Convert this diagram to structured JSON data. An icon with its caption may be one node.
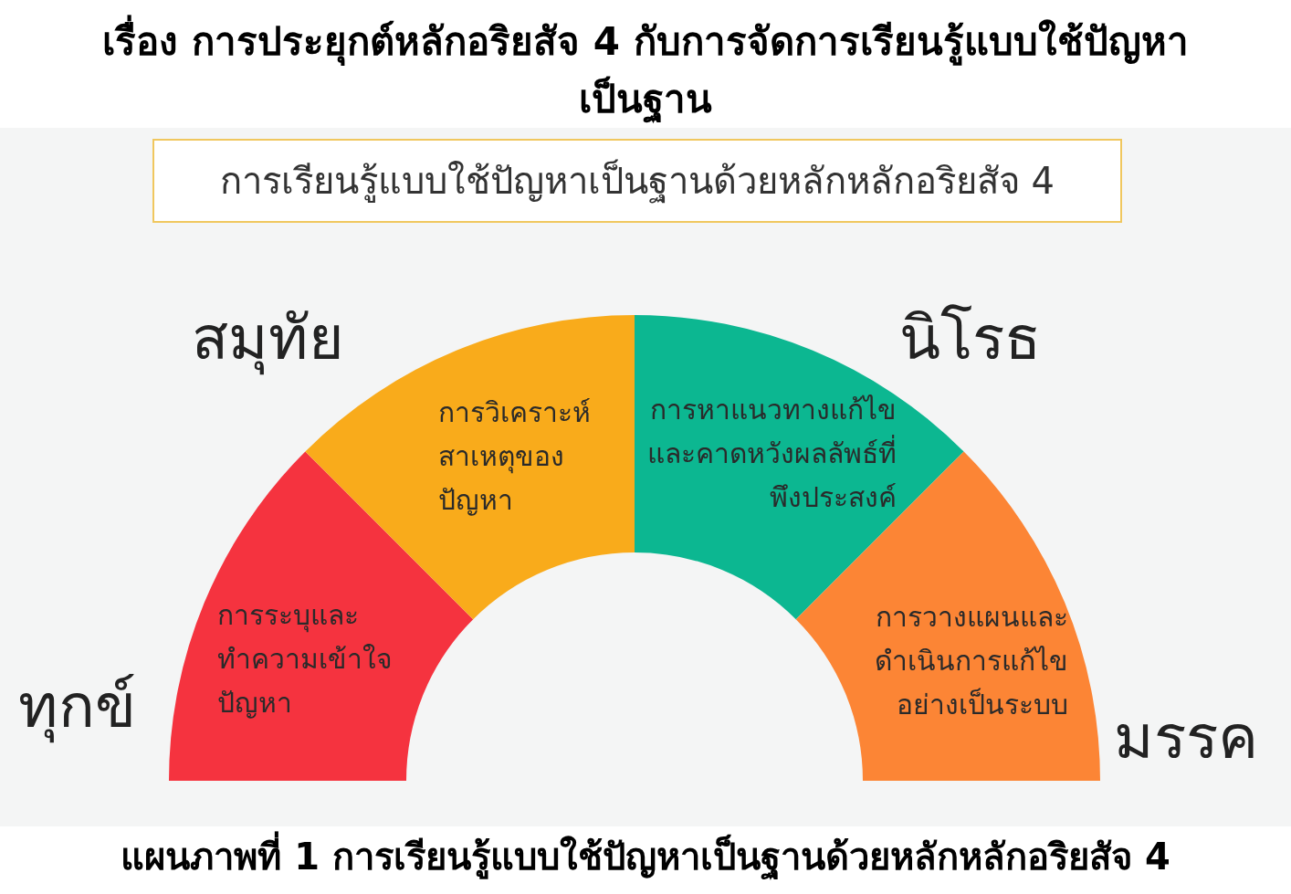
{
  "diagram": {
    "title": "เรื่อง การประยุกต์หลักอริยสัจ 4 กับการจัดการเรียนรู้แบบใช้ปัญหาเป็นฐาน",
    "caption": "แผนภาพที่ 1 การเรียนรู้แบบใช้ปัญหาเป็นฐานด้วยหลักหลักอริยสัจ 4",
    "nodes": [
      {
        "text": [
          "การเรียนรู้แบบใช้ปัญหาเป็นฐานด้วยหลักหลักอริยสัจ 4"
        ]
      },
      {
        "text": [
          "ทุกข์",
          "การระบุและทำความเข้าใจปัญหา"
        ]
      },
      {
        "text": [
          "สมุทัย",
          "การวิเคราะห์สาเหตุของปัญหา"
        ]
      },
      {
        "text": [
          "นิโรธ",
          "การหาแนวทางแก้ไขและคาดหวังผลลัพธ์ที่พึงประสงค์"
        ]
      },
      {
        "text": [
          "มรรค",
          "การวางแผนและดำเนินการแก้ไขอย่างเป็นระบบ"
        ]
      }
    ]
  }
}
